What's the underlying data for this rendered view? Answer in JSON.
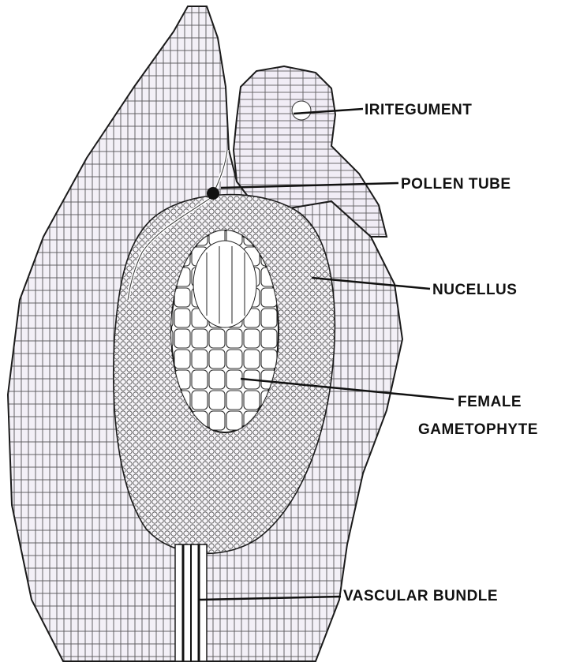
{
  "labels": {
    "integument": "IRITEGUMENT",
    "pollen_tube": "POLLEN TUBE",
    "nucellus": "NUCELLUS",
    "female_gametophyte_line1": "FEMALE",
    "female_gametophyte_line2": "GAMETOPHYTE",
    "vascular_bundle": "VASCULAR BUNDLE"
  },
  "colors": {
    "ink": "#1a1a1a",
    "tissue_fill": "#f2eef6",
    "tint": "#7a6a9a",
    "background": "#ffffff"
  }
}
